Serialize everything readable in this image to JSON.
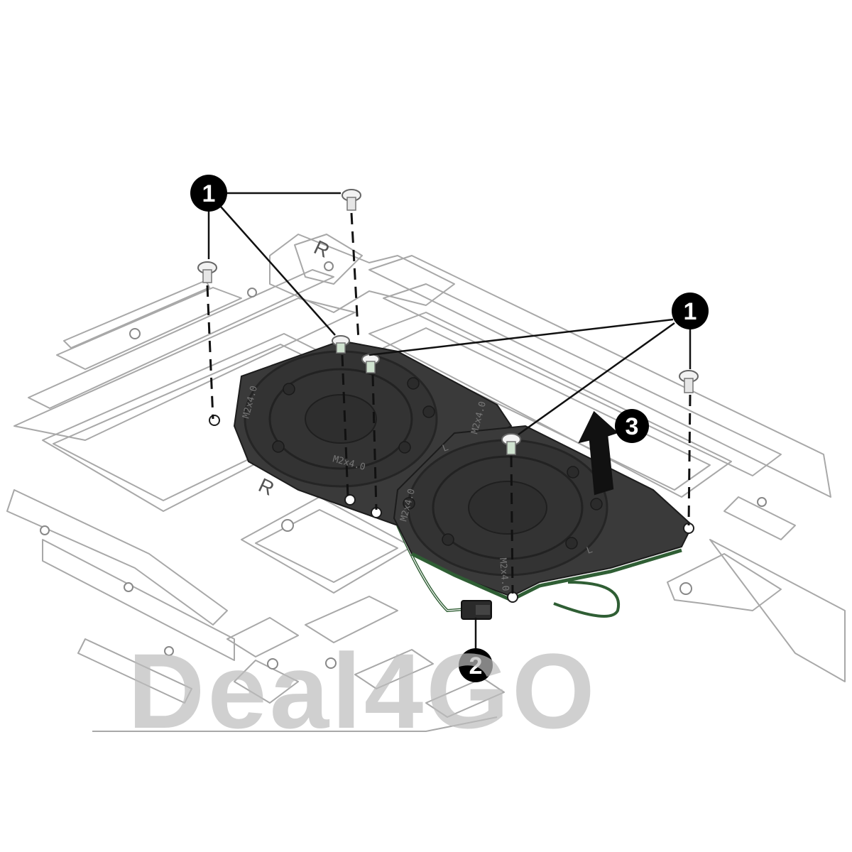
{
  "callouts": {
    "screws_label": "1",
    "connector_label": "2",
    "lift_label": "3"
  },
  "fan_labels": {
    "left_top": "M2x4.0",
    "left_bottom": "M2x4.0",
    "right_top": "M2x4.0",
    "right_left": "M2x4.0",
    "right_bottom": "M2x4.0",
    "left_side": "L",
    "right_side": "L"
  },
  "part_marks": {
    "hinge_mark": "R",
    "board_mark": "R"
  },
  "watermark": "Deal4GO",
  "colors": {
    "fan_body": "#3a3a3a",
    "fan_ring": "#2a2a2a",
    "cable_green": "#2f5e34",
    "outline": "#9a9a9a",
    "callout_fill": "#000000",
    "watermark": "#bdbdbd"
  }
}
